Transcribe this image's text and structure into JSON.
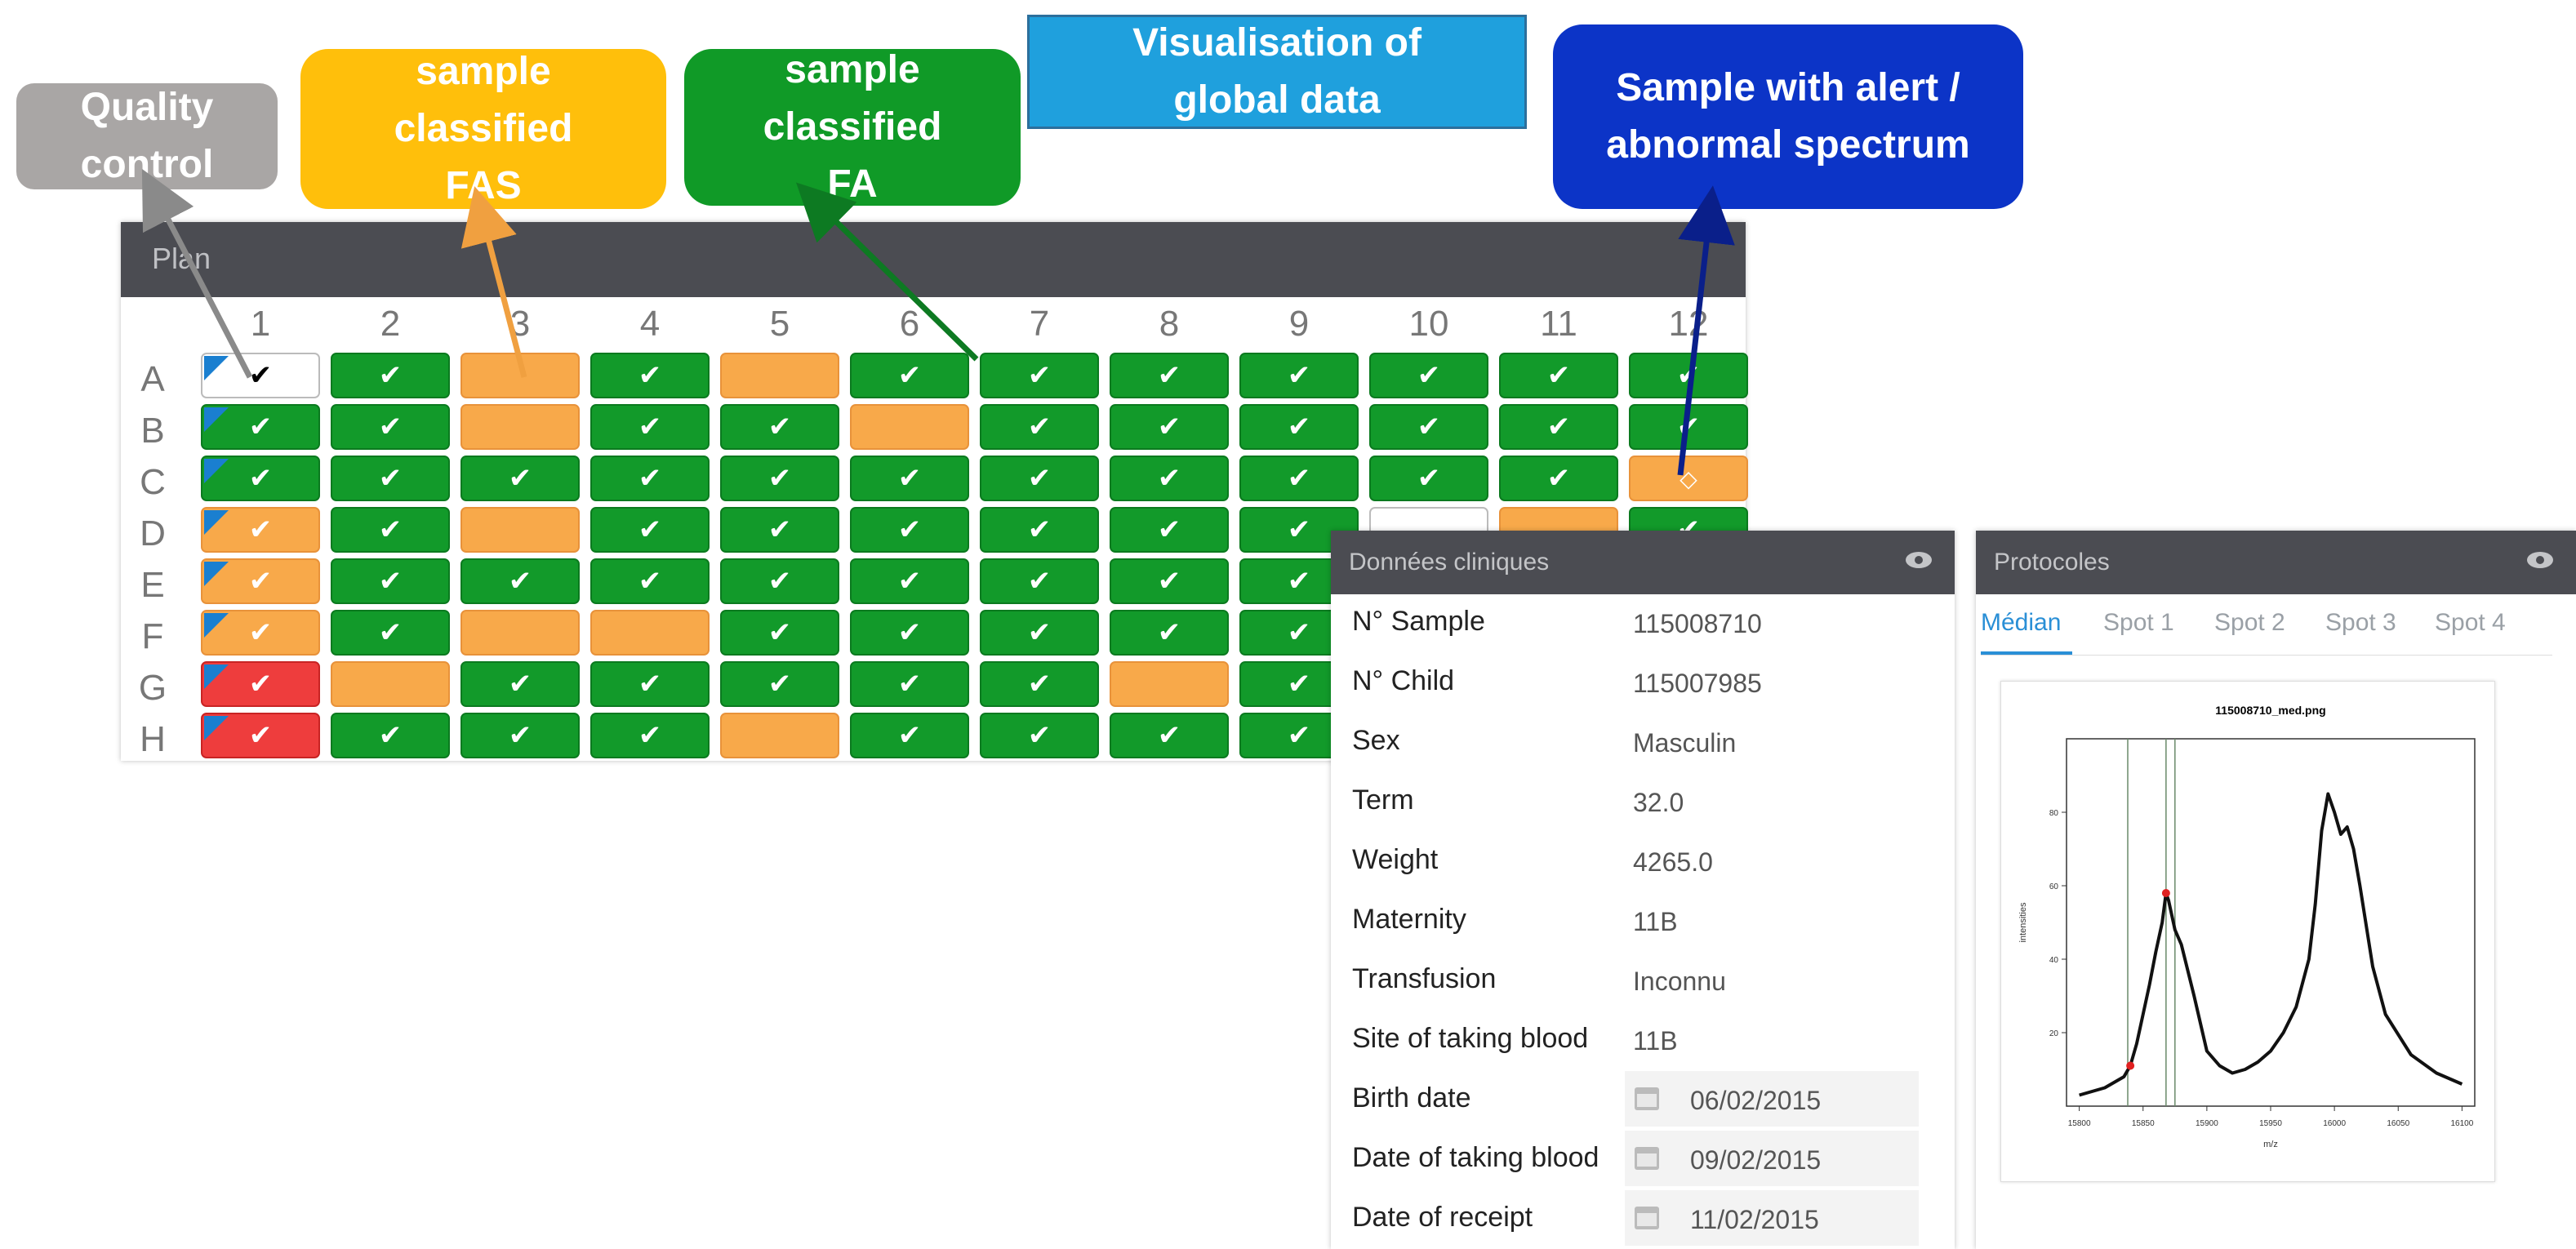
{
  "callouts": {
    "quality_control": [
      "Quality",
      "control"
    ],
    "fas": [
      "sample",
      "classified",
      "FAS"
    ],
    "fa": [
      "sample",
      "classified",
      "FA"
    ],
    "visualisation": [
      "Visualisation of",
      "global data"
    ],
    "alert": [
      "Sample with alert /",
      "abnormal spectrum"
    ]
  },
  "colors": {
    "green": "#129a2a",
    "orange": "#f8a94a",
    "red": "#ee3d3d",
    "qc_grey": "#a9a6a5",
    "fas_yellow": "#ffbf0b",
    "fa_green": "#109a27",
    "vis_blue": "#1fa0dd",
    "alert_blue": "#0c34c7",
    "panel_header": "#4b4c52"
  },
  "plan": {
    "title": "Plan",
    "columns": [
      "1",
      "2",
      "3",
      "4",
      "5",
      "6",
      "7",
      "8",
      "9",
      "10",
      "11",
      "12"
    ],
    "rows": [
      "A",
      "B",
      "C",
      "D",
      "E",
      "F",
      "G",
      "H"
    ],
    "grid": [
      [
        "w",
        "g",
        "o",
        "g",
        "o",
        "g",
        "g",
        "g",
        "g",
        "g",
        "g",
        "g"
      ],
      [
        "g",
        "g",
        "o",
        "g",
        "g",
        "o",
        "g",
        "g",
        "g",
        "g",
        "g",
        "g"
      ],
      [
        "g",
        "g",
        "g",
        "g",
        "g",
        "g",
        "g",
        "g",
        "g",
        "g",
        "g",
        "o"
      ],
      [
        "o",
        "g",
        "o",
        "g",
        "g",
        "g",
        "g",
        "g",
        "g",
        "w",
        "o",
        "g"
      ],
      [
        "o",
        "g",
        "g",
        "g",
        "g",
        "g",
        "g",
        "g",
        "g",
        "g",
        "g",
        "g"
      ],
      [
        "o",
        "g",
        "o",
        "o",
        "g",
        "g",
        "g",
        "g",
        "g",
        "g",
        "g",
        "g"
      ],
      [
        "r",
        "o",
        "g",
        "g",
        "g",
        "g",
        "g",
        "o",
        "g",
        "g",
        "g",
        "g"
      ],
      [
        "r",
        "g",
        "g",
        "g",
        "o",
        "g",
        "g",
        "g",
        "g",
        "g",
        "g",
        "g"
      ]
    ],
    "qc_column": 0,
    "check_icon": "check-icon",
    "alert_icon": "diamond-icon"
  },
  "clinical": {
    "title": "Données cliniques",
    "eye_icon": "eye-icon",
    "fields": [
      {
        "label": "N° Sample",
        "value": "115008710"
      },
      {
        "label": "N° Child",
        "value": "115007985"
      },
      {
        "label": "Sex",
        "value": "Masculin"
      },
      {
        "label": "Term",
        "value": "32.0"
      },
      {
        "label": "Weight",
        "value": "4265.0"
      },
      {
        "label": "Maternity",
        "value": "11B"
      },
      {
        "label": "Transfusion",
        "value": "Inconnu"
      },
      {
        "label": "Site of taking blood",
        "value": "11B"
      }
    ],
    "dates": [
      {
        "label": "Birth date",
        "value": "06/02/2015"
      },
      {
        "label": "Date of taking blood",
        "value": "09/02/2015"
      },
      {
        "label": "Date of receipt",
        "value": "11/02/2015"
      }
    ]
  },
  "protocoles": {
    "title": "Protocoles",
    "tabs": [
      "Médian",
      "Spot 1",
      "Spot 2",
      "Spot 3",
      "Spot 4"
    ],
    "active_tab": 0
  },
  "chart_data": {
    "type": "line",
    "title": "115008710_med.png",
    "xlabel": "m/z",
    "ylabel": "intensities",
    "xlim": [
      15790,
      16110
    ],
    "ylim": [
      0,
      100
    ],
    "x_ticks": [
      15800,
      15850,
      15900,
      15950,
      16000,
      16050,
      16100
    ],
    "y_ticks": [
      20,
      40,
      60,
      80
    ],
    "vertical_lines": [
      15838,
      15868,
      15875
    ],
    "x": [
      15800,
      15810,
      15820,
      15830,
      15835,
      15840,
      15845,
      15850,
      15855,
      15860,
      15865,
      15868,
      15870,
      15875,
      15880,
      15890,
      15900,
      15910,
      15920,
      15930,
      15940,
      15950,
      15960,
      15970,
      15980,
      15985,
      15990,
      15995,
      16000,
      16005,
      16010,
      16015,
      16020,
      16030,
      16040,
      16060,
      16080,
      16100
    ],
    "y": [
      3,
      4,
      5,
      7,
      8,
      11,
      17,
      25,
      33,
      42,
      50,
      58,
      56,
      48,
      44,
      30,
      15,
      11,
      9,
      10,
      12,
      15,
      20,
      27,
      40,
      55,
      75,
      85,
      80,
      74,
      76,
      70,
      60,
      38,
      25,
      14,
      9,
      6
    ],
    "markers": [
      {
        "x": 15840,
        "y": 11,
        "color": "#e02020"
      },
      {
        "x": 15868,
        "y": 58,
        "color": "#e02020"
      }
    ]
  }
}
